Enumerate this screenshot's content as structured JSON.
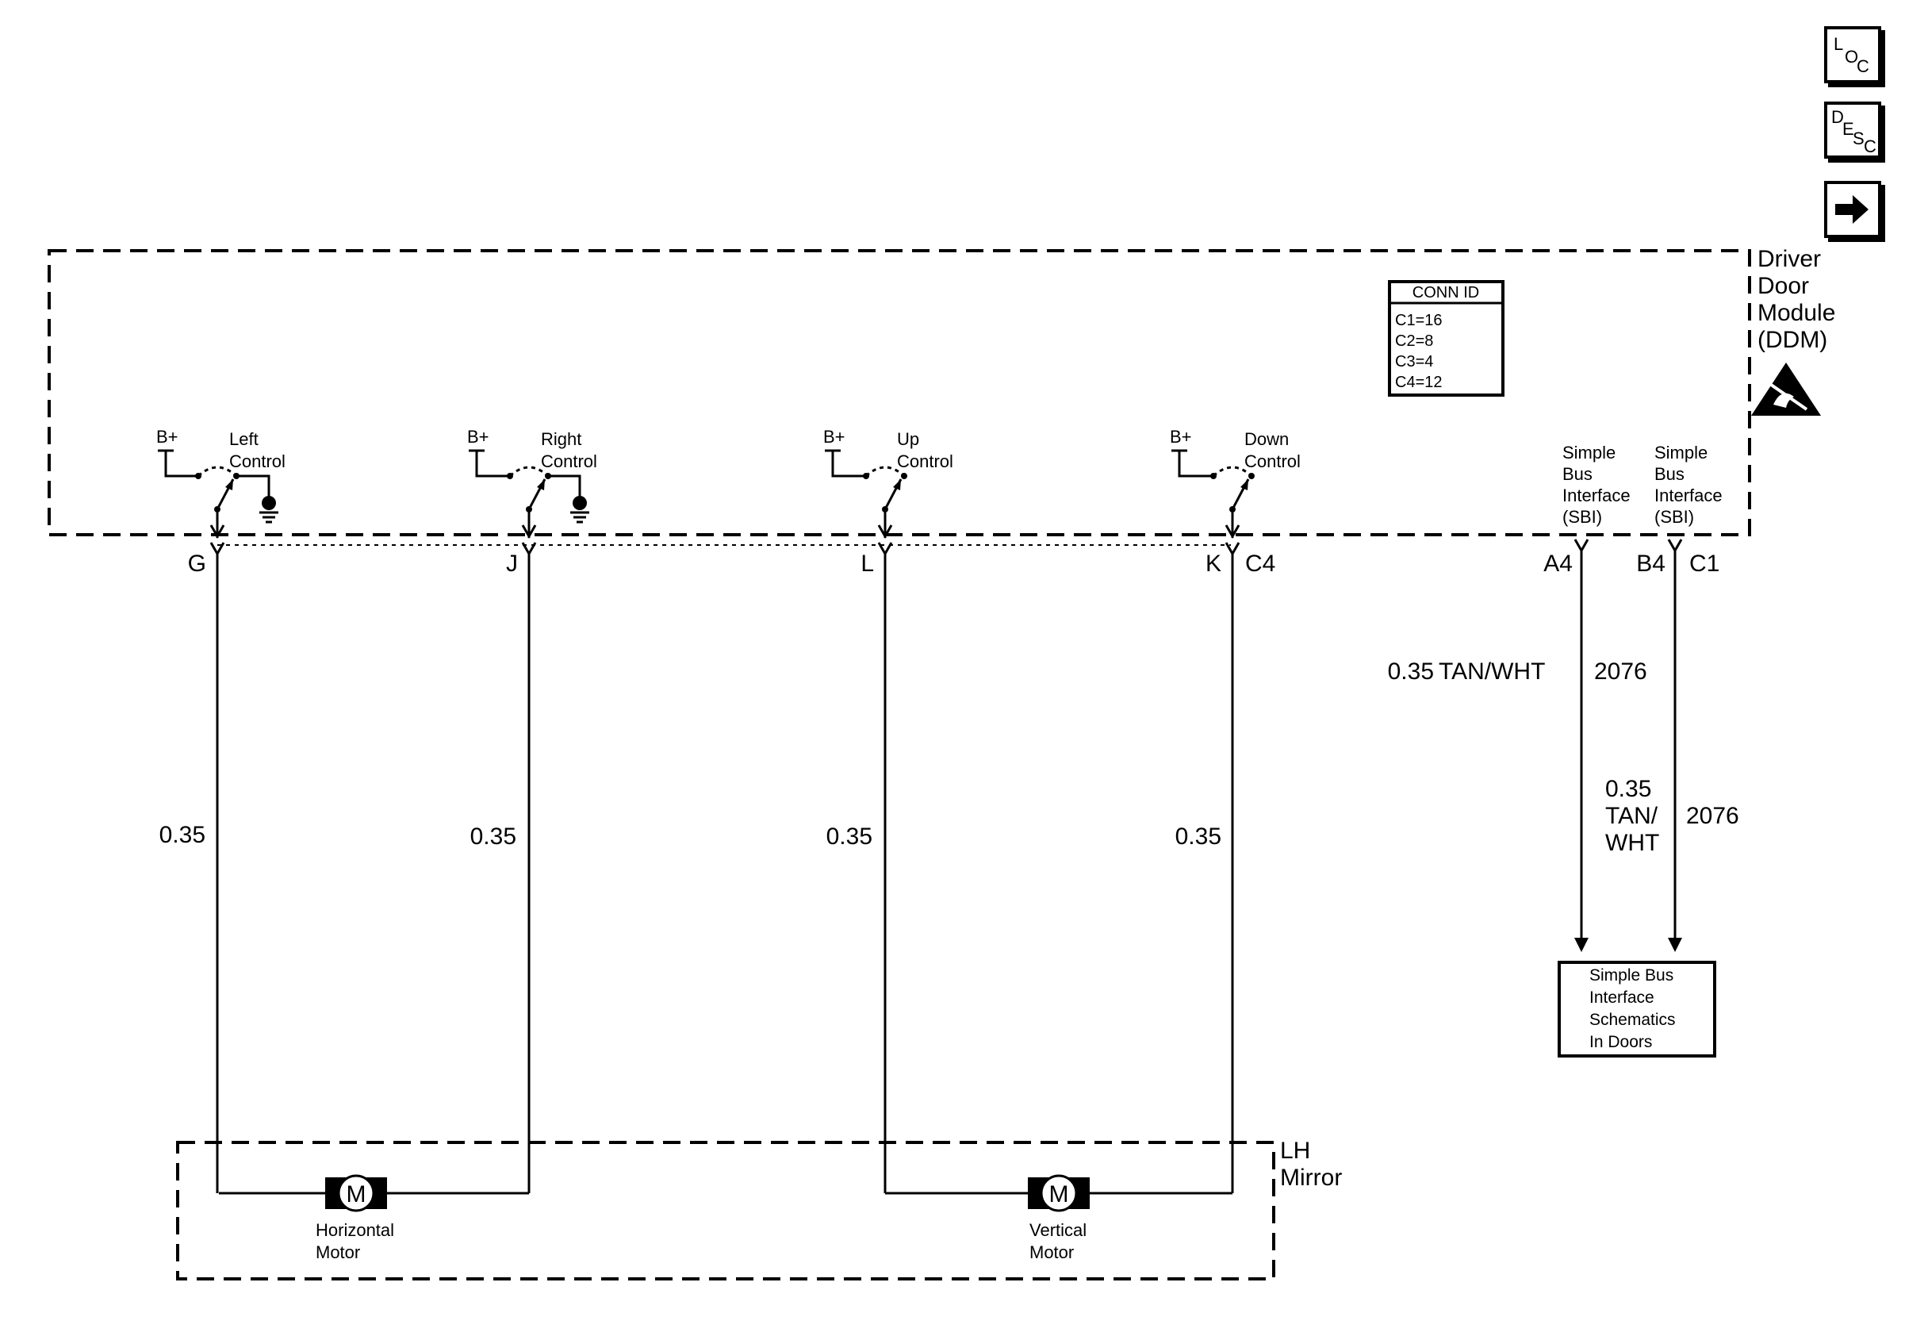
{
  "nav": {
    "loc": {
      "a": "L",
      "b": "O",
      "c": "C"
    },
    "desc": {
      "a": "D",
      "b": "E",
      "c": "S",
      "d": "C"
    },
    "next_icon": "arrow-right-icon"
  },
  "module": {
    "name_lines": [
      "Driver",
      "Door",
      "Module",
      "(DDM)"
    ],
    "esd_icon": "esd-warning-icon"
  },
  "conn_id": {
    "title": "CONN ID",
    "rows": [
      "C1=16",
      "C2=8",
      "C3=4",
      "C4=12"
    ]
  },
  "controls": [
    {
      "supply": "B+",
      "label_1": "Left",
      "label_2": "Control",
      "pin": "G",
      "connector": "",
      "gauge": "0.35"
    },
    {
      "supply": "B+",
      "label_1": "Right",
      "label_2": "Control",
      "pin": "J",
      "connector": "",
      "gauge": "0.35"
    },
    {
      "supply": "B+",
      "label_1": "Up",
      "label_2": "Control",
      "pin": "L",
      "connector": "",
      "gauge": "0.35"
    },
    {
      "supply": "B+",
      "label_1": "Down",
      "label_2": "Control",
      "pin": "K",
      "connector": "C4",
      "gauge": "0.35"
    }
  ],
  "sbi": [
    {
      "label_lines": [
        "Simple",
        "Bus",
        "Interface",
        "(SBI)"
      ],
      "pin": "A4",
      "connector": "",
      "wire": {
        "size": "0.35",
        "color": "TAN/WHT",
        "circuit": "2076"
      }
    },
    {
      "label_lines": [
        "Simple",
        "Bus",
        "Interface",
        "(SBI)"
      ],
      "pin": "B4",
      "connector": "C1",
      "wire": {
        "size": "0.35",
        "color_1": "TAN/",
        "color_2": "WHT",
        "circuit": "2076"
      }
    }
  ],
  "sbi_box": {
    "lines": [
      "Simple Bus",
      "Interface",
      "Schematics",
      "In Doors"
    ]
  },
  "mirror": {
    "name_1": "LH",
    "name_2": "Mirror",
    "motors": [
      {
        "symbol": "M",
        "label_1": "Horizontal",
        "label_2": "Motor"
      },
      {
        "symbol": "M",
        "label_1": "Vertical",
        "label_2": "Motor"
      }
    ]
  }
}
